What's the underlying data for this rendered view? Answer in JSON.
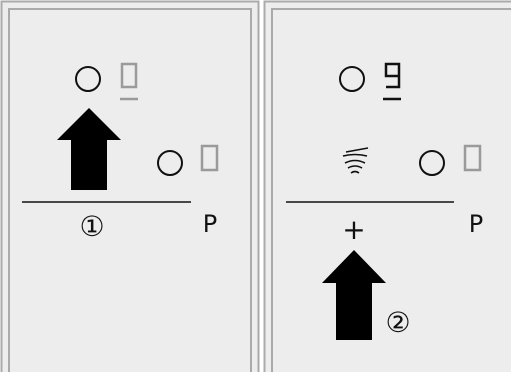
{
  "colors": {
    "background": "#ffffff",
    "panel_fill": "#ededed",
    "panel_border": "#aaaaaa",
    "line": "#111111",
    "display_digit": "#111111",
    "inactive_digit": "#9a9a9a",
    "arrow": "#000000"
  },
  "panels": [
    {
      "zone_top": {
        "digit": "0",
        "digit_state": "inactive",
        "underlined": true
      },
      "zone_right": {
        "digit": "0",
        "digit_state": "inactive"
      },
      "step_label": "①",
      "power_label": "P"
    },
    {
      "zone_top": {
        "digit": "9",
        "digit_state": "active",
        "underlined": true
      },
      "zone_right": {
        "digit": "0",
        "digit_state": "inactive"
      },
      "pan_icon": "pan-with-heat-waves-icon",
      "plus_label": "+",
      "step_label": "②",
      "power_label": "P"
    }
  ]
}
